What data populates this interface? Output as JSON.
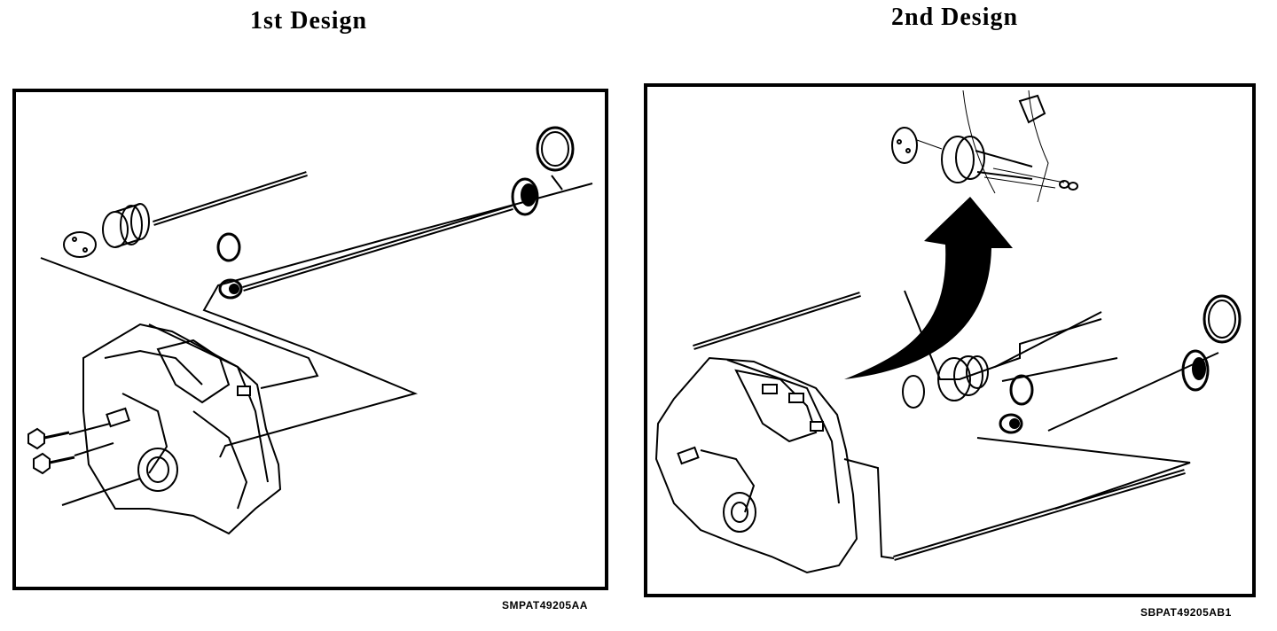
{
  "titles": {
    "left": "1st Design",
    "right": "2nd Design"
  },
  "codes": {
    "left": "SMPAT49205AA",
    "right": "SBPAT49205AB1"
  }
}
